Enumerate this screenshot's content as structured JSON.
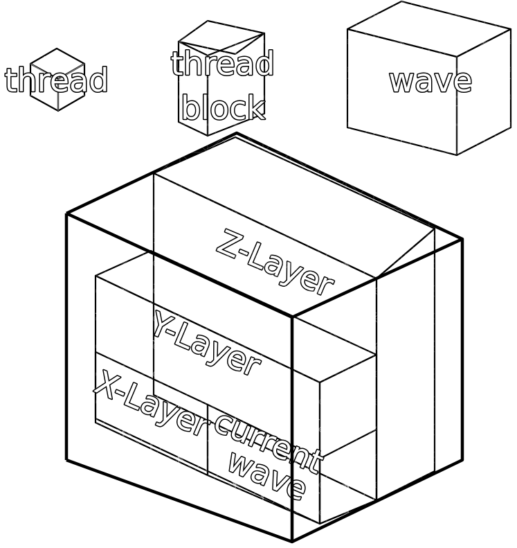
{
  "labels": {
    "thread": "thread",
    "thread_block_line1": "thread",
    "thread_block_line2": "block",
    "wave": "wave",
    "z_layer": "Z-Layer",
    "y_layer": "Y-Layer",
    "x_layer": "X-Layer",
    "current_wave_line1": "current",
    "current_wave_line2": "wave"
  },
  "colors": {
    "green": "#5a9e5a",
    "red": "#9e3f3f",
    "yellow": "#f5c77e",
    "blue": "#5b87c5",
    "outline": "#000000"
  }
}
